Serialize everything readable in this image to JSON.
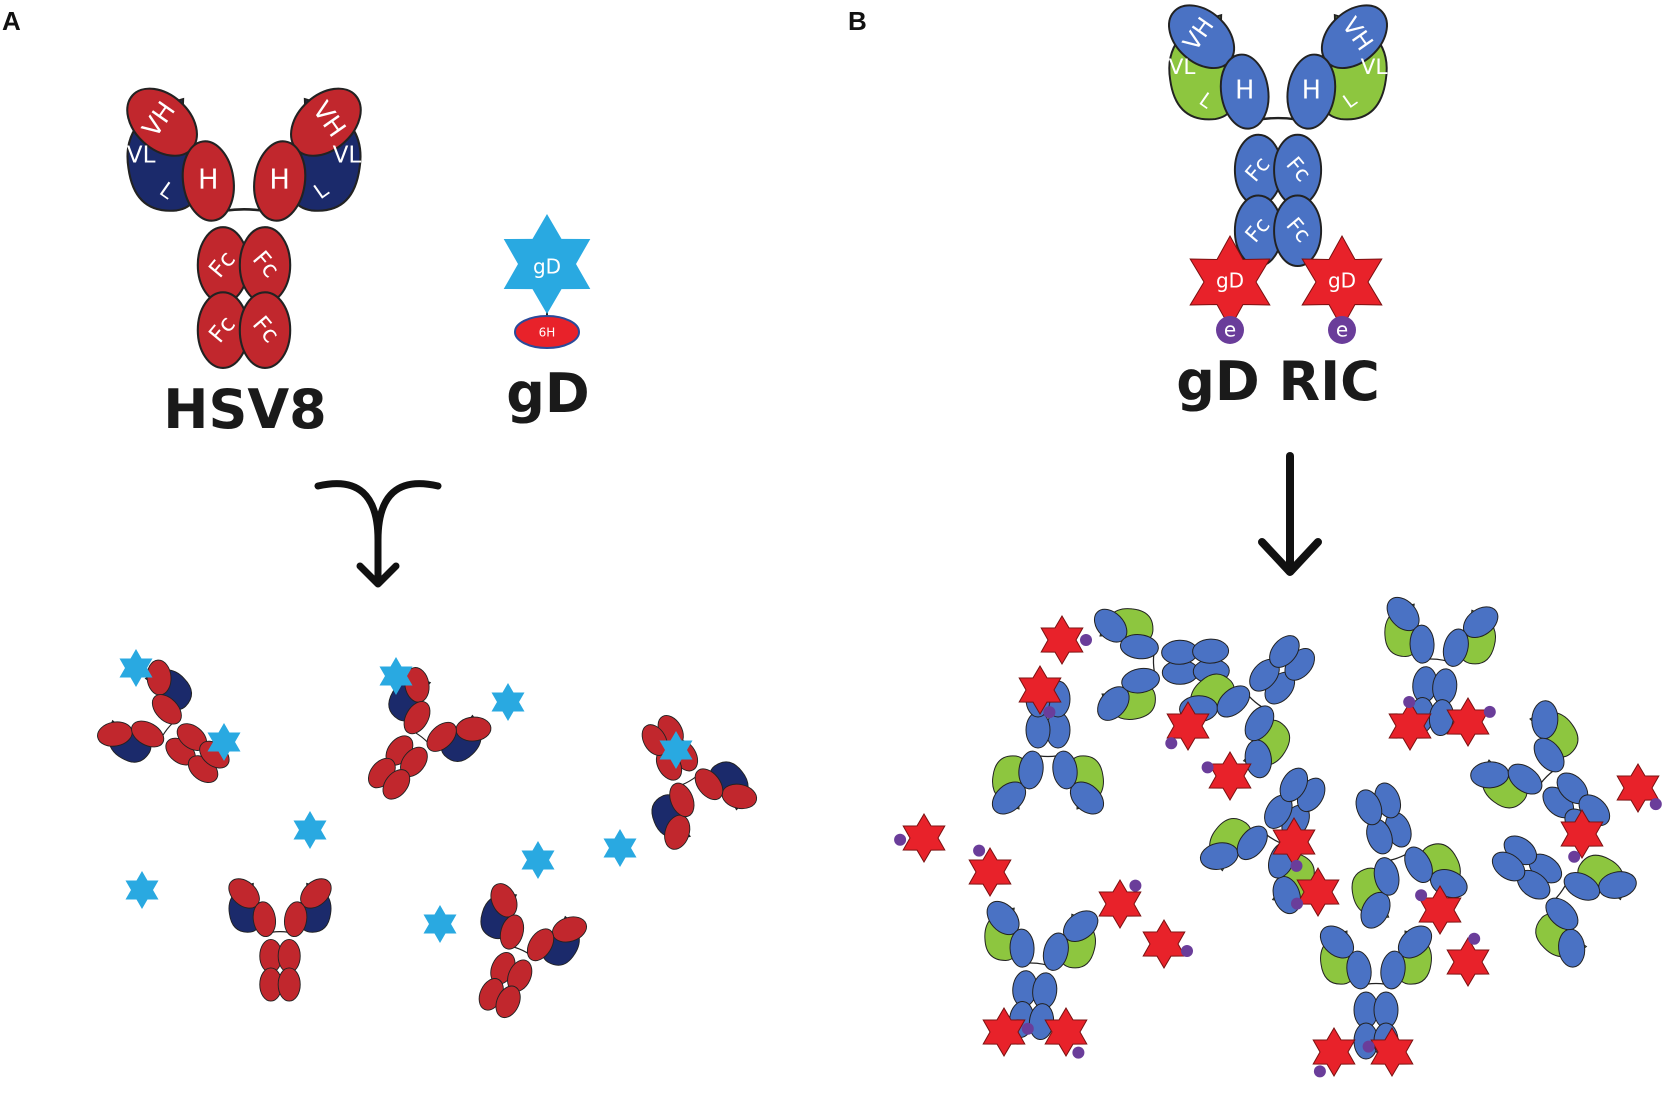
{
  "panels": {
    "a": {
      "letter": "A",
      "antibody_label": "HSV8",
      "antigen_label": "gD",
      "antigen_tag": "6H",
      "domains": {
        "vh": "VH",
        "vl": "VL",
        "h": "H",
        "l": "L",
        "fc": "Fc"
      },
      "antigen_domain": "gD"
    },
    "b": {
      "letter": "B",
      "complex_label": "gD RIC",
      "domains": {
        "vh": "VH",
        "vl": "VL",
        "h": "H",
        "l": "L",
        "fc": "Fc"
      },
      "antigen_domain": "gD",
      "epitope_tag": "e"
    }
  },
  "colors": {
    "hsv8_heavy": "#c1272d",
    "hsv8_light": "#1b2a6b",
    "gd_free": "#29a9e1",
    "ric_heavy": "#4a72c4",
    "ric_light": "#8dc63f",
    "gd_ric": "#e8222a",
    "epitope": "#6a3d9a",
    "arrow": "#111111"
  }
}
